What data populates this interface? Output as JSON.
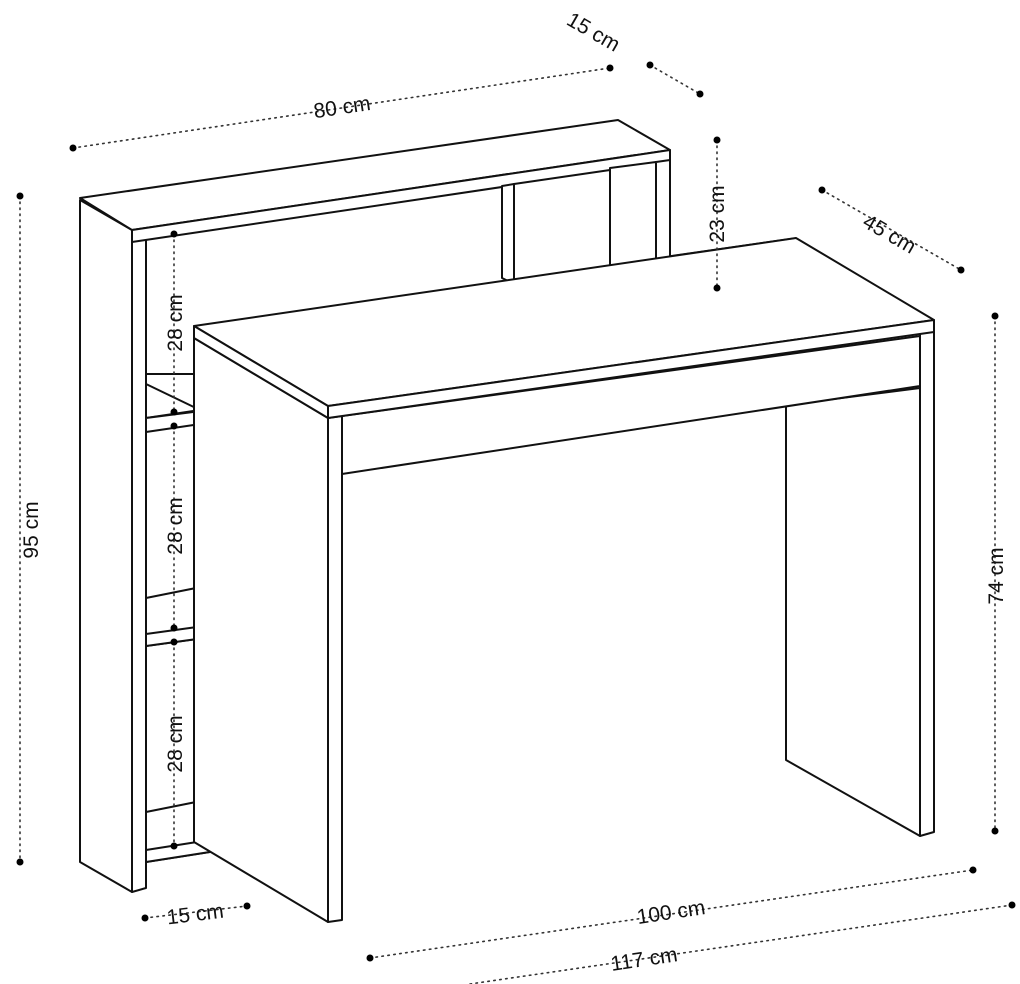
{
  "dimensions": {
    "shelf_width": "80 cm",
    "shelf_depth": "15 cm",
    "desk_depth": "45 cm",
    "hutch_height": "23 cm",
    "total_height": "95 cm",
    "desk_height": "74 cm",
    "compartment_top": "28 cm",
    "compartment_middle": "28 cm",
    "compartment_bottom": "28 cm",
    "side_unit_depth": "15 cm",
    "desk_width": "100 cm",
    "total_width": "117 cm"
  }
}
